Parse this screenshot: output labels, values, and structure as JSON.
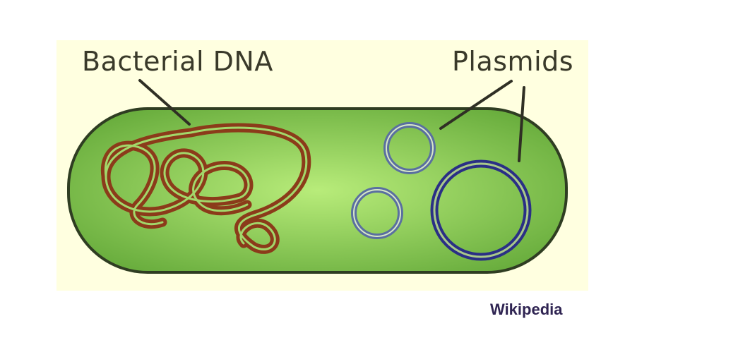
{
  "diagram": {
    "labels": {
      "bacterial_dna": "Bacterial DNA",
      "plasmids": "Plasmids"
    }
  },
  "source": {
    "credit": "Wikipedia"
  },
  "colors": {
    "panel_background": "#ffffe0",
    "cell_fill_center": "#b8ec7a",
    "cell_fill_edge": "#6aae3e",
    "cell_outline": "#2f3d22",
    "dna_strand": "#8b3b1a",
    "plasmid_small": "#5a6fa0",
    "plasmid_large": "#2a2f85",
    "label_text": "#3a3a2a",
    "credit_text": "#2f2452"
  }
}
